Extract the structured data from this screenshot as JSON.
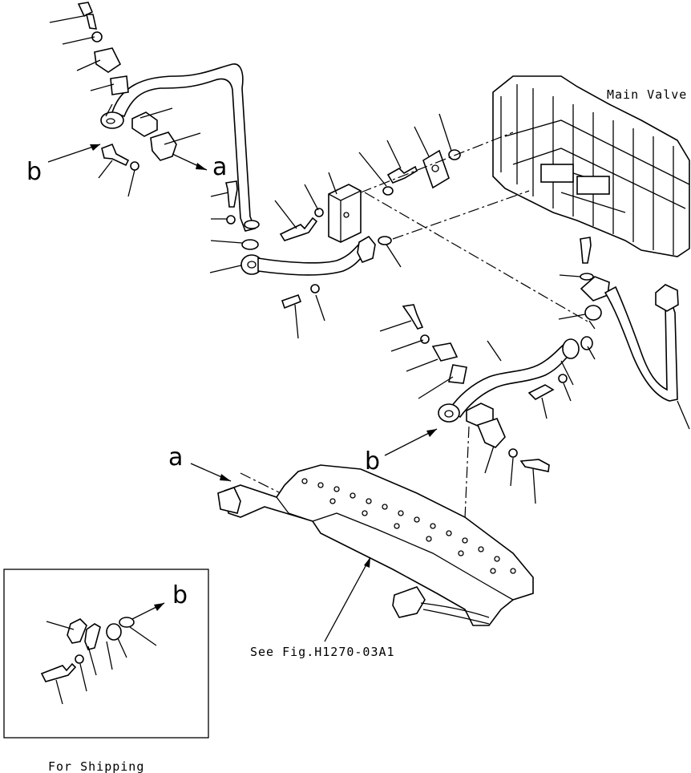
{
  "labels": {
    "main_valve": "Main Valve",
    "see_fig": "See Fig.H1270-03A1",
    "for_shipping": "For Shipping",
    "marker_a": "a",
    "marker_b": "b"
  }
}
